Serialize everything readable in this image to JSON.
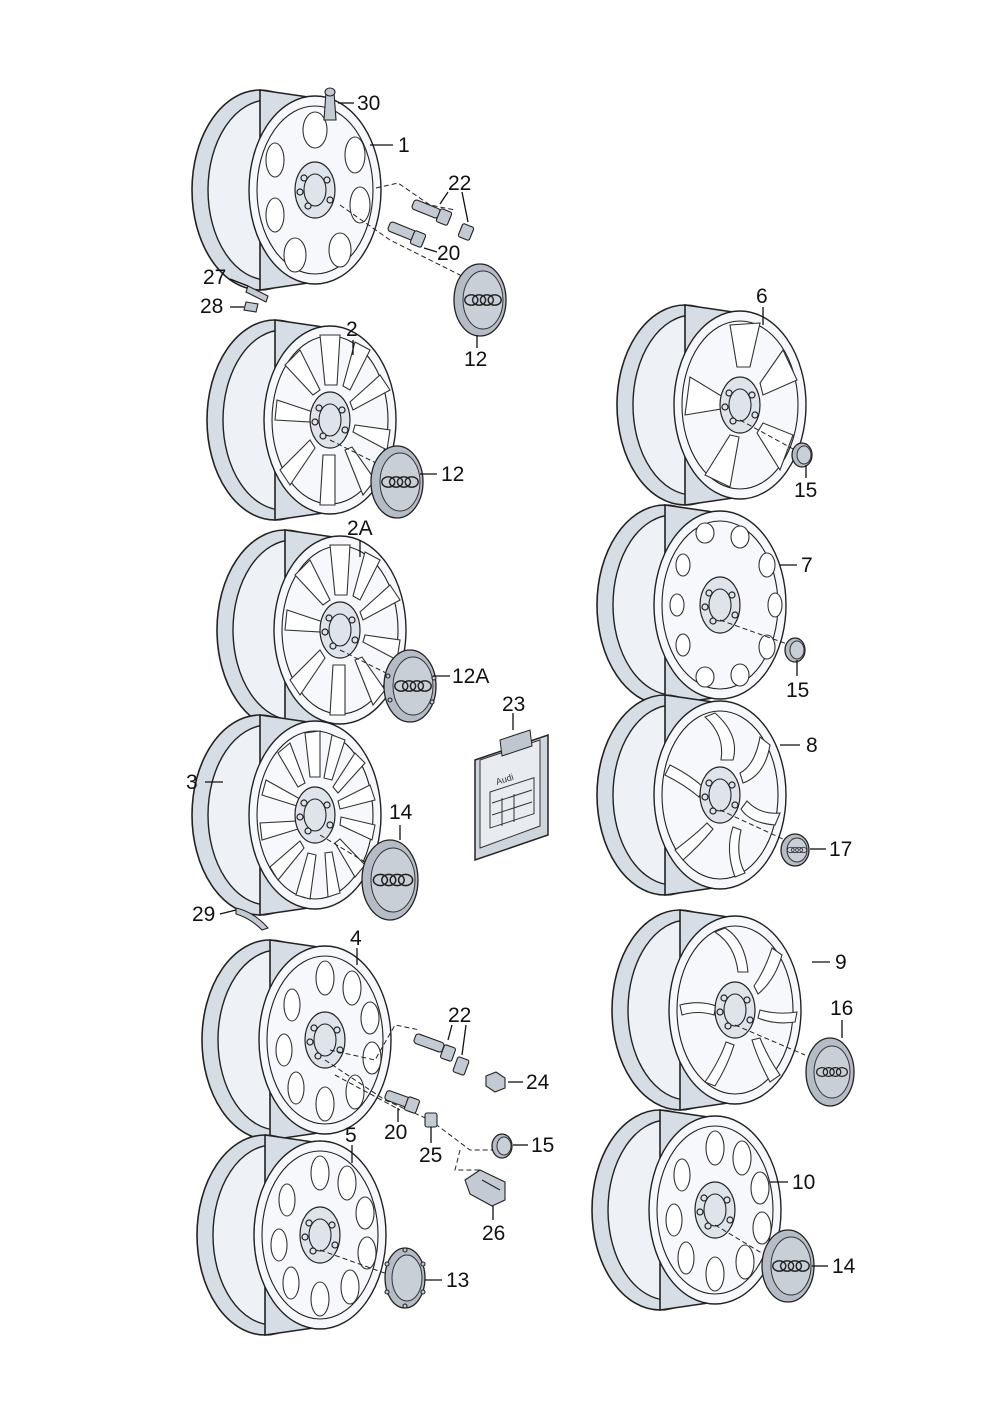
{
  "diagram": {
    "callouts": [
      "30",
      "1",
      "22",
      "20",
      "27",
      "28",
      "12",
      "2",
      "12",
      "2A",
      "12A",
      "6",
      "15",
      "7",
      "15",
      "23",
      "8",
      "17",
      "3",
      "14",
      "29",
      "4",
      "22",
      "24",
      "20",
      "25",
      "15",
      "26",
      "5",
      "13",
      "9",
      "16",
      "10",
      "14"
    ],
    "package_brand": "Audi"
  }
}
